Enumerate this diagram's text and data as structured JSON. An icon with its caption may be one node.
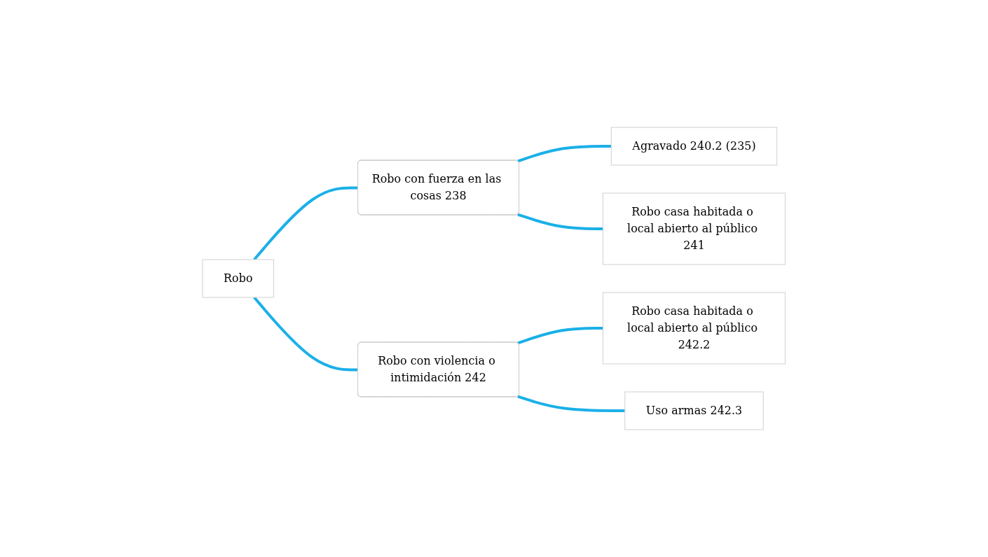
{
  "diagram": {
    "nodes": [
      {
        "text": [
          "Robo"
        ]
      },
      {
        "text": [
          "Robo con fuerza en las cosas 238"
        ]
      },
      {
        "text": [
          "Robo con violencia o intimidación 242"
        ]
      },
      {
        "text": [
          "Agravado 240.2 (235)"
        ]
      },
      {
        "text": [
          "Robo casa habitada o local abierto al público 241"
        ]
      },
      {
        "text": [
          "Robo casa habitada o local abierto al público 242.2"
        ]
      },
      {
        "text": [
          "Uso armas 242.3"
        ]
      }
    ],
    "edges": [
      {
        "from": 0,
        "to": 1,
        "arrow": "none"
      },
      {
        "from": 0,
        "to": 2,
        "arrow": "none"
      },
      {
        "from": 1,
        "to": 3,
        "arrow": "none"
      },
      {
        "from": 1,
        "to": 4,
        "arrow": "none"
      },
      {
        "from": 2,
        "to": 5,
        "arrow": "none"
      },
      {
        "from": 2,
        "to": 6,
        "arrow": "none"
      }
    ]
  }
}
